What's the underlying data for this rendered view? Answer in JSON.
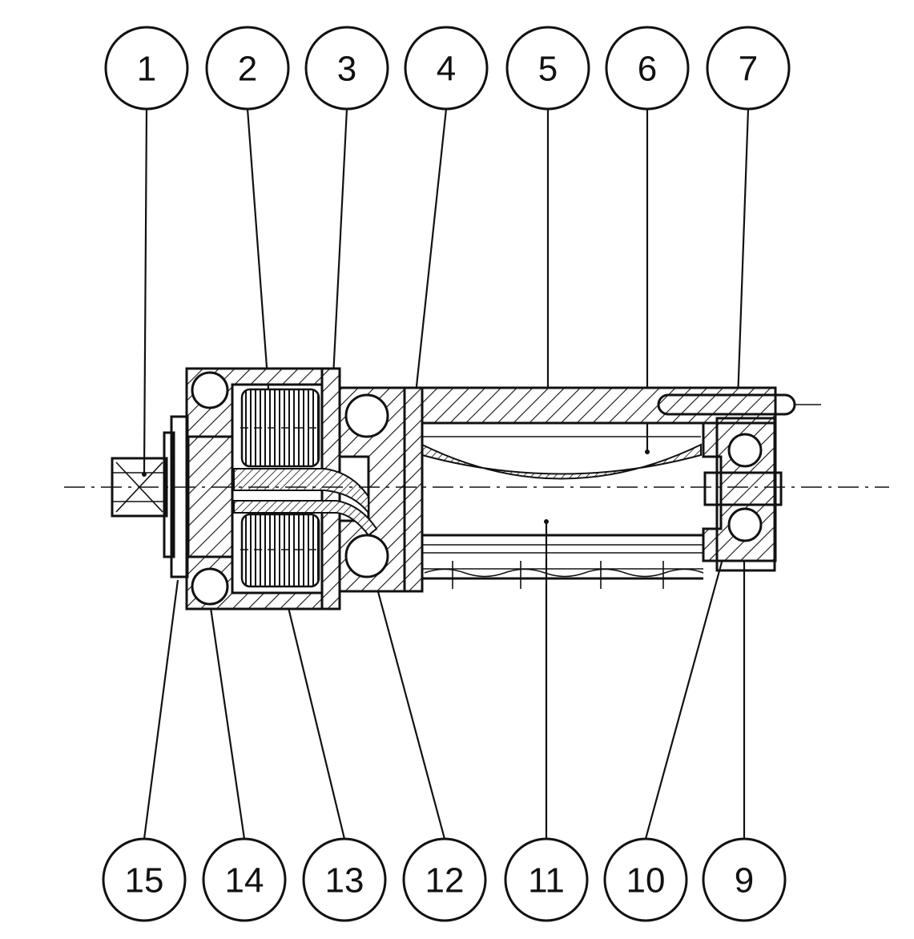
{
  "callouts_top": [
    {
      "label": "1"
    },
    {
      "label": "2"
    },
    {
      "label": "3"
    },
    {
      "label": "4"
    },
    {
      "label": "5"
    },
    {
      "label": "6"
    },
    {
      "label": "7"
    }
  ],
  "callouts_bottom": [
    {
      "label": "15"
    },
    {
      "label": "14"
    },
    {
      "label": "13"
    },
    {
      "label": "12"
    },
    {
      "label": "11"
    },
    {
      "label": "10"
    },
    {
      "label": "9"
    }
  ]
}
